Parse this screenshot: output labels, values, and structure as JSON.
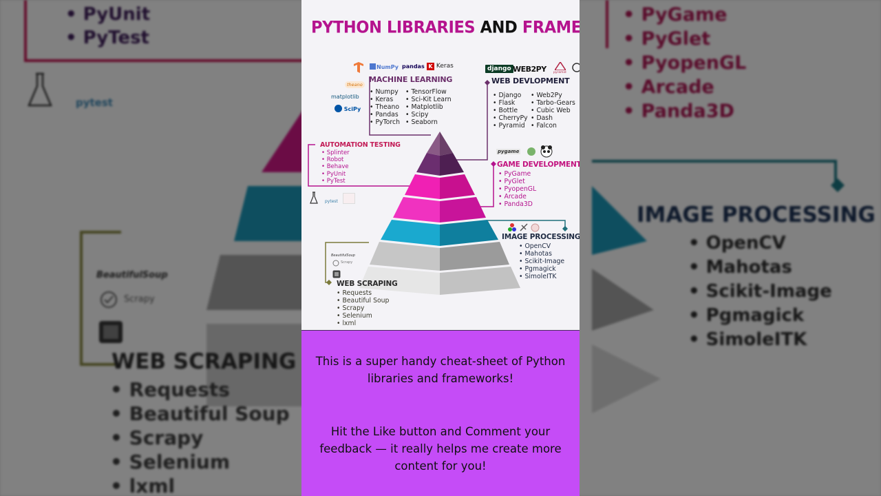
{
  "background": {
    "testing_items": [
      "PyUnit",
      "PyTest"
    ],
    "game_items": [
      "PyGame",
      "PyGlet",
      "PyopenGL",
      "Arcade",
      "Panda3D"
    ],
    "image_title": "IMAGE PROCESSING",
    "image_items": [
      "OpenCV",
      "Mahotas",
      "Scikit-Image",
      "Pgmagick",
      "SimoleITK"
    ],
    "scraping_title": "WEB SCRAPING",
    "scraping_items": [
      "Requests",
      "Beautiful Soup",
      "Scrapy",
      "Selenium",
      "lxml"
    ],
    "logo_pytest": "pytest",
    "logo_bs": "BeautifulSoup",
    "logo_scrapy": "Scrapy"
  },
  "infographic": {
    "title_part1": "PYTHON LIBRARIES",
    "title_and": "AND",
    "title_part2": "FRAMEWORKS",
    "ml": {
      "title": "MACHINE LEARNING",
      "col1": [
        "Numpy",
        "Keras",
        "Theano",
        "Pandas",
        "PyTorch"
      ],
      "col2": [
        "TensorFlow",
        "Sci-Kit Learn",
        "Matplotlib",
        "Scipy",
        "Seaborn"
      ],
      "logos": {
        "numpy": "NumPy",
        "pandas": "pandas",
        "keras": "Keras",
        "matplotlib": "matplotlib",
        "scipy": "SciPy",
        "theano": "theano"
      }
    },
    "web": {
      "title": "WEB DEVLOPMENT",
      "col1": [
        "Django",
        "Flask",
        "Bottle",
        "CherryPy",
        "Pyramid"
      ],
      "col2": [
        "Web2Py",
        "Tarbo-Gears",
        "Cubic Web",
        "Dash",
        "Falcon"
      ],
      "logos": {
        "django": "django",
        "web2py": "WEB2PY",
        "pyramid": "pyramid"
      }
    },
    "auto": {
      "title": "AUTOMATION TESTING",
      "items": [
        "Splinter",
        "Robot",
        "Behave",
        "PyUnit",
        "PyTest"
      ],
      "logos": {
        "pytest": "pytest"
      }
    },
    "game": {
      "title": "GAME DEVELOPMENT",
      "items": [
        "PyGame",
        "PyGlet",
        "PyopenGL",
        "Arcade",
        "Panda3D"
      ],
      "logos": {
        "pygame": "pygame"
      }
    },
    "image": {
      "title": "IMAGE PROCESSING",
      "items": [
        "OpenCV",
        "Mahotas",
        "Scikit-Image",
        "Pgmagick",
        "SimoleITK"
      ]
    },
    "scraping": {
      "title": "WEB SCRAPING",
      "items": [
        "Requests",
        "Beautiful Soup",
        "Scrapy",
        "Selenium",
        "lxml"
      ],
      "logos": {
        "bs": "BeautifulSoup",
        "scrapy": "Scrapy"
      }
    },
    "colors": {
      "pink": "#b5138e",
      "magenta": "#f020b4",
      "purple": "#6b2f6b",
      "teal": "#1aa3c4",
      "gray": "#b3b3b3",
      "navy": "#1f2b43"
    }
  },
  "caption": {
    "line1": "This is a super handy cheat-sheet of Python libraries and frameworks!",
    "line2": "Hit the Like button and Comment your feedback — it really helps me create more content for you!"
  }
}
